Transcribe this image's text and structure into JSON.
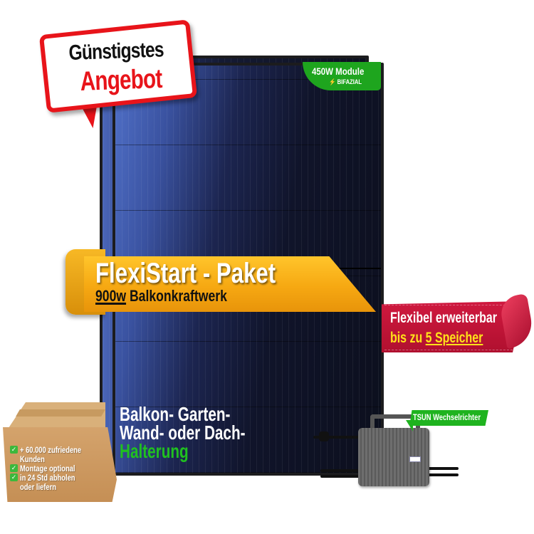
{
  "badge": {
    "line1": "Günstigstes",
    "line2": "Angebot",
    "colors": {
      "border": "#e8141a",
      "line1": "#111111",
      "line2": "#e8141a"
    }
  },
  "module_tag": {
    "line1": "450W Module",
    "icon": "lightning-icon",
    "icon_glyph": "⚡",
    "line2": "BIFAZIAL",
    "color": "#1ea51e"
  },
  "gold_ribbon": {
    "title": "FlexiStart - Paket",
    "subtitle_power": "900w",
    "subtitle_rest": " Balkonkraftwerk",
    "color": "#f6a812"
  },
  "red_ribbon": {
    "line1": "Flexibel erweiterbar",
    "line2_prefix": "bis zu ",
    "line2_highlight": "5 Speicher",
    "color": "#c01535",
    "highlight_color": "#ffe11a"
  },
  "mounting": {
    "line1": "Balkon- Garten-",
    "line2": "Wand- oder Dach-",
    "line3": "Halterung",
    "highlight_color": "#20c020"
  },
  "box": {
    "check_glyph": "✓",
    "items": [
      {
        "text": "+ 60.000 zufriedene",
        "cont": "Kunden"
      },
      {
        "text": "Montage optional"
      },
      {
        "text": "in 24 Std abholen",
        "cont": "oder liefern"
      }
    ]
  },
  "inverter": {
    "tag": "TSUN Wechselrichter",
    "color": "#1fb31f"
  }
}
